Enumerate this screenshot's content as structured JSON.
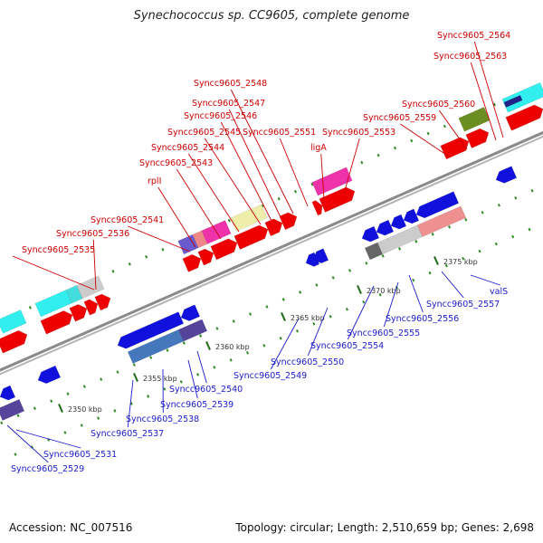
{
  "title": "Synechococcus sp. CC9605, complete genome",
  "footer": {
    "accession": "Accession: NC_007516",
    "summary": "Topology: circular; Length: 2,510,659 bp; Genes: 2,698"
  },
  "colors": {
    "forward_label": "#cc0000",
    "reverse_label": "#1a1acc",
    "forward_gene": "#ee0000",
    "reverse_gene": "#1111dd",
    "axis": "#8a8a8a",
    "tick": "#2e8b22"
  },
  "scale_labels": [
    "2350 kbp",
    "2355 kbp",
    "2360 kbp",
    "2365 kbp",
    "2370 kbp",
    "2375 kbp"
  ],
  "top_labels": [
    "Syncc9605_2535",
    "Syncc9605_2536",
    "Syncc9605_2541",
    "rplI",
    "Syncc9605_2543",
    "Syncc9605_2544",
    "Syncc9605_2545",
    "Syncc9605_2546",
    "Syncc9605_2547",
    "Syncc9605_2548",
    "Syncc9605_2551",
    "ligA",
    "Syncc9605_2553",
    "Syncc9605_2559",
    "Syncc9605_2560",
    "Syncc9605_2563",
    "Syncc9605_2564"
  ],
  "bottom_labels": [
    "Syncc9605_2529",
    "Syncc9605_2531",
    "Syncc9605_2537",
    "Syncc9605_2538",
    "Syncc9605_2539",
    "Syncc9605_2540",
    "Syncc9605_2549",
    "Syncc9605_2550",
    "Syncc9605_2554",
    "Syncc9605_2555",
    "Syncc9605_2556",
    "Syncc9605_2557",
    "valS"
  ]
}
